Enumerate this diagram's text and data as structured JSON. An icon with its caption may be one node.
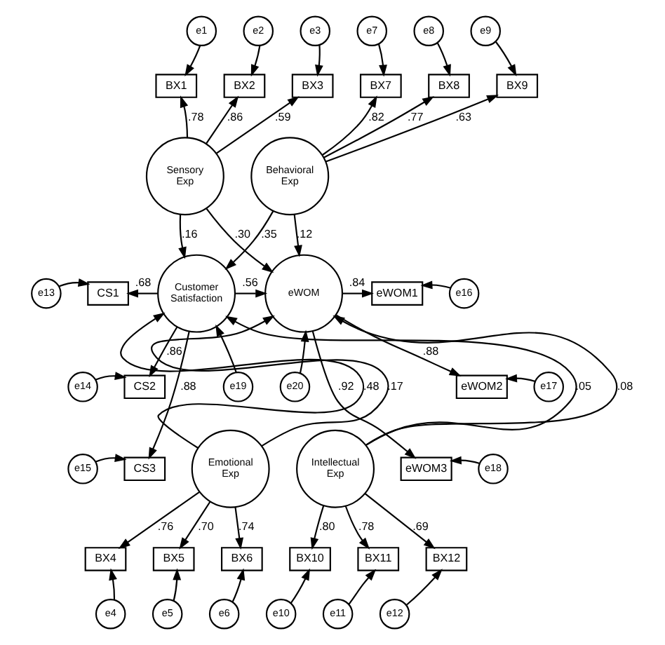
{
  "diagram": {
    "nodes": [
      {
        "text": [
          "e1"
        ]
      },
      {
        "text": [
          "e2"
        ]
      },
      {
        "text": [
          "e3"
        ]
      },
      {
        "text": [
          "e7"
        ]
      },
      {
        "text": [
          "e8"
        ]
      },
      {
        "text": [
          "e9"
        ]
      },
      {
        "text": [
          "BX1"
        ]
      },
      {
        "text": [
          "BX2"
        ]
      },
      {
        "text": [
          "BX3"
        ]
      },
      {
        "text": [
          "BX7"
        ]
      },
      {
        "text": [
          "BX8"
        ]
      },
      {
        "text": [
          "BX9"
        ]
      },
      {
        "text": [
          "Sensory Exp"
        ]
      },
      {
        "text": [
          "Behavioral Exp"
        ]
      },
      {
        "text": [
          "e13"
        ]
      },
      {
        "text": [
          "CS1"
        ]
      },
      {
        "text": [
          "Customer Satisfaction"
        ]
      },
      {
        "text": [
          "eWOM"
        ]
      },
      {
        "text": [
          "eWOM1"
        ]
      },
      {
        "text": [
          "e16"
        ]
      },
      {
        "text": [
          "e14"
        ]
      },
      {
        "text": [
          "CS2"
        ]
      },
      {
        "text": [
          "eWOM2"
        ]
      },
      {
        "text": [
          "e17"
        ]
      },
      {
        "text": [
          "e15"
        ]
      },
      {
        "text": [
          "CS3"
        ]
      },
      {
        "text": [
          "eWOM3"
        ]
      },
      {
        "text": [
          "e18"
        ]
      },
      {
        "text": [
          "e19"
        ]
      },
      {
        "text": [
          "e20"
        ]
      },
      {
        "text": [
          "Emotional Exp"
        ]
      },
      {
        "text": [
          "Intellectual Exp"
        ]
      },
      {
        "text": [
          "BX4"
        ]
      },
      {
        "text": [
          "BX5"
        ]
      },
      {
        "text": [
          "BX6"
        ]
      },
      {
        "text": [
          "BX10"
        ]
      },
      {
        "text": [
          "BX11"
        ]
      },
      {
        "text": [
          "BX12"
        ]
      },
      {
        "text": [
          "e4"
        ]
      },
      {
        "text": [
          "e5"
        ]
      },
      {
        "text": [
          "e6"
        ]
      },
      {
        "text": [
          "e10"
        ]
      },
      {
        "text": [
          "e11"
        ]
      },
      {
        "text": [
          "e12"
        ]
      }
    ],
    "edges": [
      {
        "from": 0,
        "to": 6,
        "arrow": "to"
      },
      {
        "from": 1,
        "to": 7,
        "arrow": "to"
      },
      {
        "from": 2,
        "to": 8,
        "arrow": "to"
      },
      {
        "from": 3,
        "to": 9,
        "arrow": "to"
      },
      {
        "from": 4,
        "to": 10,
        "arrow": "to"
      },
      {
        "from": 5,
        "to": 11,
        "arrow": "to"
      },
      {
        "from": 12,
        "to": 6,
        "arrow": "to",
        "label": ".78"
      },
      {
        "from": 12,
        "to": 7,
        "arrow": "to",
        "label": ".86"
      },
      {
        "from": 12,
        "to": 8,
        "arrow": "to",
        "label": ".59"
      },
      {
        "from": 13,
        "to": 9,
        "arrow": "to",
        "label": ".82"
      },
      {
        "from": 13,
        "to": 10,
        "arrow": "to",
        "label": ".77"
      },
      {
        "from": 13,
        "to": 11,
        "arrow": "to",
        "label": ".63"
      },
      {
        "from": 12,
        "to": 16,
        "arrow": "to",
        "label": ".16"
      },
      {
        "from": 12,
        "to": 17,
        "arrow": "to",
        "label": ".30"
      },
      {
        "from": 13,
        "to": 16,
        "arrow": "to",
        "label": ".35"
      },
      {
        "from": 13,
        "to": 17,
        "arrow": "to",
        "label": ".12"
      },
      {
        "from": 14,
        "to": 15,
        "arrow": "to"
      },
      {
        "from": 20,
        "to": 21,
        "arrow": "to"
      },
      {
        "from": 24,
        "to": 25,
        "arrow": "to"
      },
      {
        "from": 16,
        "to": 15,
        "arrow": "to",
        "label": ".68"
      },
      {
        "from": 16,
        "to": 21,
        "arrow": "to",
        "label": ".86"
      },
      {
        "from": 16,
        "to": 25,
        "arrow": "to",
        "label": ".88"
      },
      {
        "from": 16,
        "to": 17,
        "arrow": "to",
        "label": ".56"
      },
      {
        "from": 17,
        "to": 18,
        "arrow": "to",
        "label": ".84"
      },
      {
        "from": 17,
        "to": 22,
        "arrow": "to",
        "label": ".88"
      },
      {
        "from": 17,
        "to": 26,
        "arrow": "to",
        "label": ".92"
      },
      {
        "from": 19,
        "to": 18,
        "arrow": "to"
      },
      {
        "from": 23,
        "to": 22,
        "arrow": "to"
      },
      {
        "from": 27,
        "to": 26,
        "arrow": "to"
      },
      {
        "from": 28,
        "to": 16,
        "arrow": "to"
      },
      {
        "from": 29,
        "to": 17,
        "arrow": "to"
      },
      {
        "from": 30,
        "to": 16,
        "arrow": "to",
        "label": ".48"
      },
      {
        "from": 30,
        "to": 17,
        "arrow": "to",
        "label": ".17"
      },
      {
        "from": 31,
        "to": 16,
        "arrow": "to",
        "label": ".05"
      },
      {
        "from": 31,
        "to": 17,
        "arrow": "to",
        "label": ".08"
      },
      {
        "from": 30,
        "to": 32,
        "arrow": "to",
        "label": ".76"
      },
      {
        "from": 30,
        "to": 33,
        "arrow": "to",
        "label": ".70"
      },
      {
        "from": 30,
        "to": 34,
        "arrow": "to",
        "label": ".74"
      },
      {
        "from": 31,
        "to": 35,
        "arrow": "to",
        "label": ".80"
      },
      {
        "from": 31,
        "to": 36,
        "arrow": "to",
        "label": ".78"
      },
      {
        "from": 31,
        "to": 37,
        "arrow": "to",
        "label": ".69"
      },
      {
        "from": 38,
        "to": 32,
        "arrow": "to"
      },
      {
        "from": 39,
        "to": 33,
        "arrow": "to"
      },
      {
        "from": 40,
        "to": 34,
        "arrow": "to"
      },
      {
        "from": 41,
        "to": 35,
        "arrow": "to"
      },
      {
        "from": 42,
        "to": 36,
        "arrow": "to"
      },
      {
        "from": 43,
        "to": 37,
        "arrow": "to"
      }
    ]
  }
}
